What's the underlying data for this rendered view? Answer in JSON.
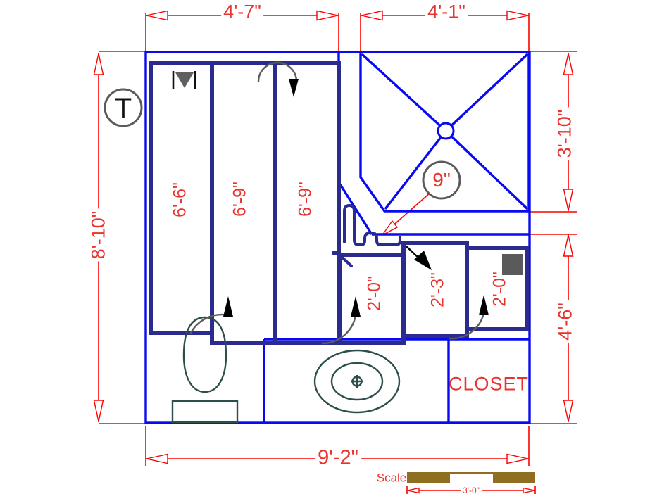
{
  "title": "Bathroom floor plan drawing",
  "colors": {
    "wall_blue": "#0a0af0",
    "interior_navy": "#2b2b8f",
    "dimension_red": "#fb0000",
    "text_red": "#e8332e",
    "fixture_teal": "#2d4f4c",
    "symbol_gray": "#5b5b5b",
    "scalebar_brown": "#8f6e22"
  },
  "dimensions": {
    "top_left": "4'-7\"",
    "top_right": "4'-1\"",
    "left": "8'-10\"",
    "right_upper": "3'-10\"",
    "right_lower": "4'-6\"",
    "bottom": "9'-2\""
  },
  "rooms": {
    "cabinet_1": "6'-6\"",
    "cabinet_2": "6'-9\"",
    "cabinet_3": "6'-9\"",
    "stall_left": "2'-0\"",
    "stall_middle": "2'-3\"",
    "stall_right": "2'-0\"",
    "closet": "CLOSET"
  },
  "annotations": {
    "title_mark": "T",
    "step_callout": "9\""
  },
  "scale_bar": {
    "label": "Scale",
    "length": "3'-0\""
  }
}
